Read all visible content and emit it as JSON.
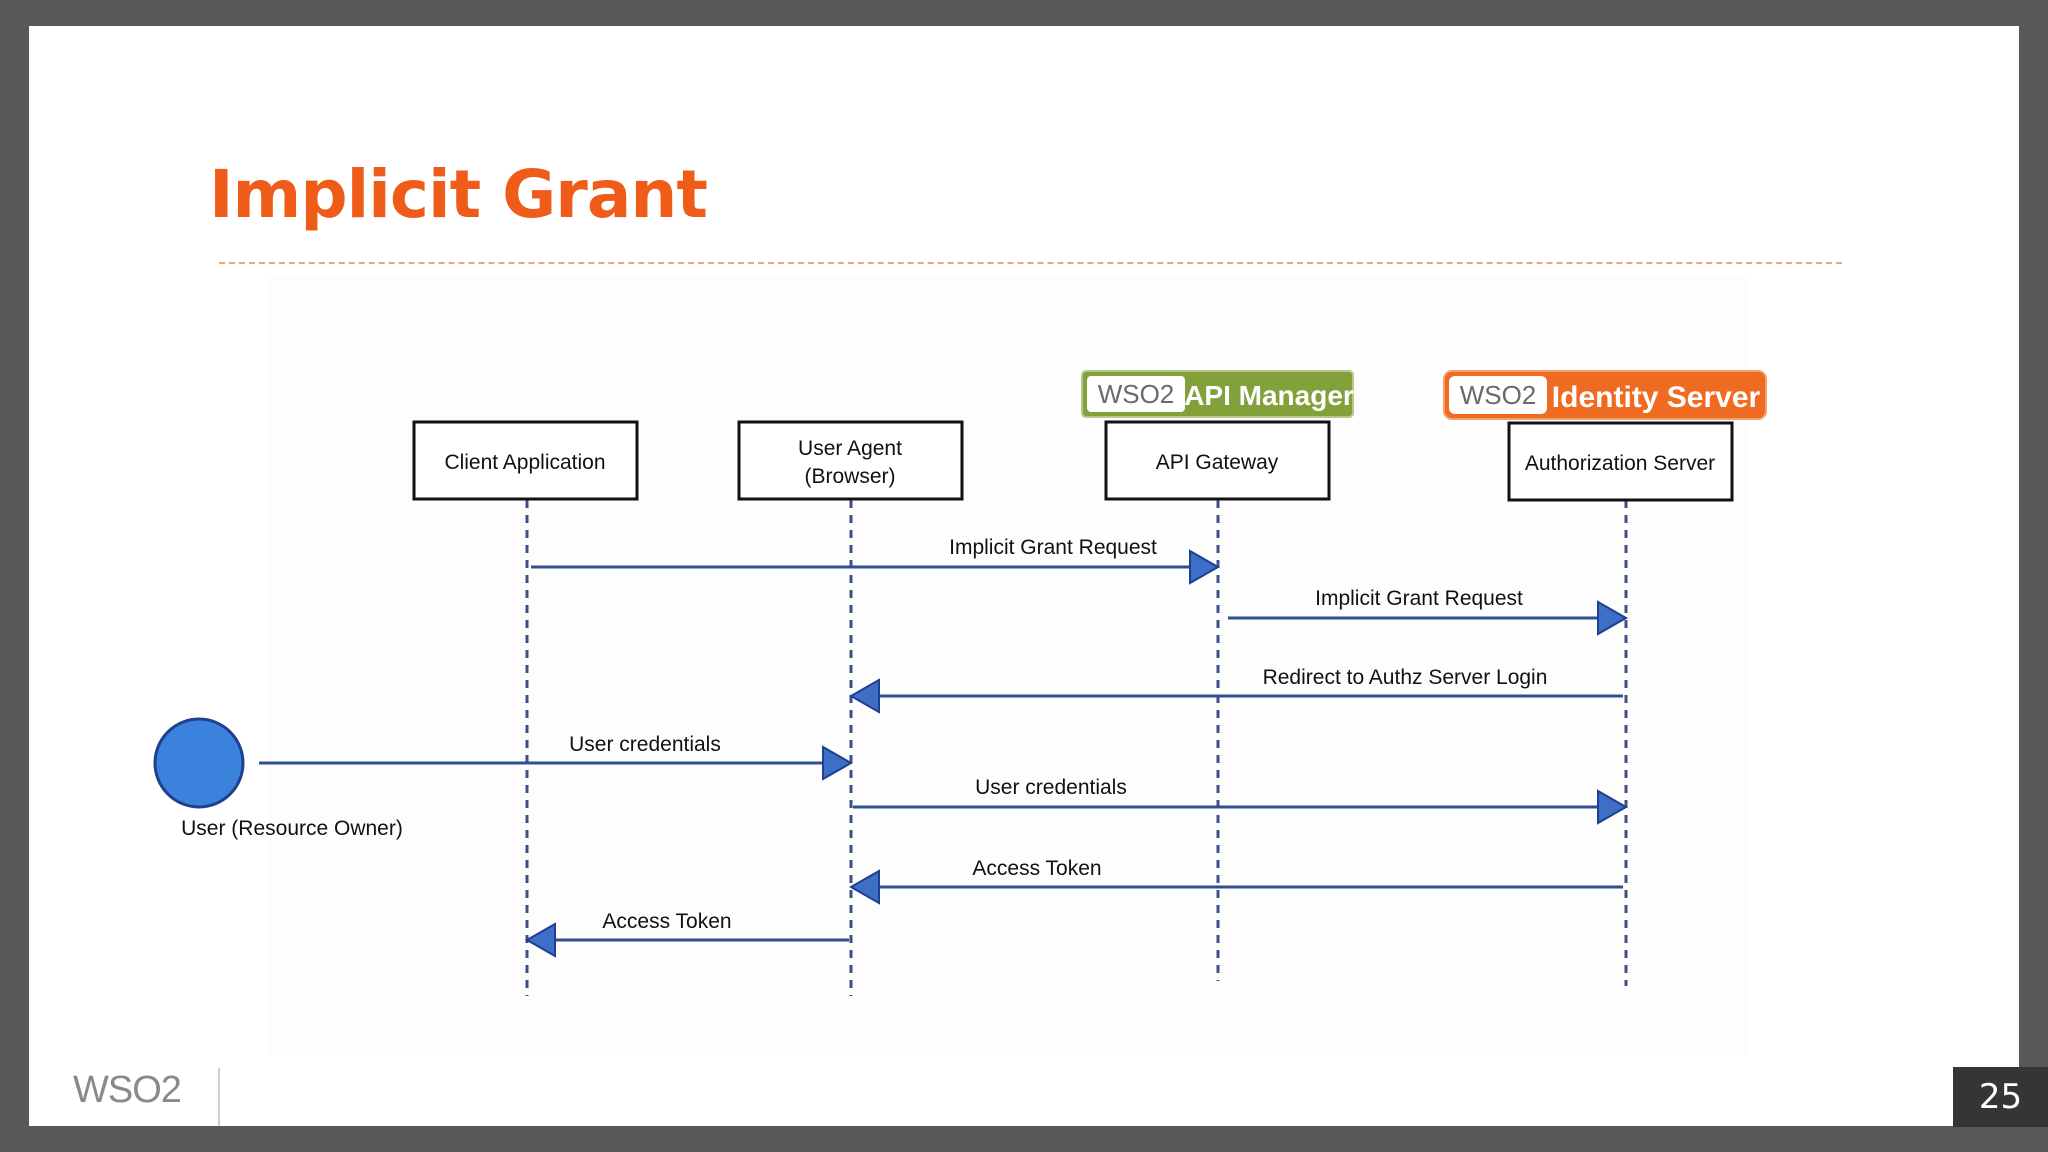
{
  "slide": {
    "title": "Implicit Grant",
    "page_number": "25",
    "footer_logo_text": "WSO2"
  },
  "colors": {
    "title": "#ef5b18",
    "arrow": "#2f4f8f",
    "arrow_head": "#3d6fc7",
    "user_circle": "#3a82dc",
    "api_manager_badge": "#82a13a",
    "identity_server_badge": "#ef6b21"
  },
  "badges": [
    {
      "product": "API Manager",
      "logo_text": "WSO2",
      "color": "#82a13a",
      "attached_to": "API Gateway"
    },
    {
      "product": "Identity Server",
      "logo_text": "WSO2",
      "color": "#ef6b21",
      "attached_to": "Authorization Server"
    }
  ],
  "actor": {
    "label": "User (Resource Owner)",
    "shape": "circle"
  },
  "participants": [
    {
      "label_lines": [
        "Client Application"
      ]
    },
    {
      "label_lines": [
        "User Agent",
        "(Browser)"
      ]
    },
    {
      "label_lines": [
        "API Gateway"
      ]
    },
    {
      "label_lines": [
        "Authorization Server"
      ]
    }
  ],
  "messages": [
    {
      "from": "Client Application",
      "to": "API Gateway",
      "label": "Implicit Grant Request"
    },
    {
      "from": "API Gateway",
      "to": "Authorization Server",
      "label": "Implicit Grant Request"
    },
    {
      "from": "Authorization Server",
      "to": "User Agent (Browser)",
      "label": "Redirect to Authz Server Login"
    },
    {
      "from": "User (Resource Owner)",
      "to": "User Agent (Browser)",
      "label": "User credentials"
    },
    {
      "from": "User Agent (Browser)",
      "to": "Authorization Server",
      "label": "User credentials"
    },
    {
      "from": "Authorization Server",
      "to": "User Agent (Browser)",
      "label": "Access Token"
    },
    {
      "from": "User Agent (Browser)",
      "to": "Client Application",
      "label": "Access Token"
    }
  ]
}
